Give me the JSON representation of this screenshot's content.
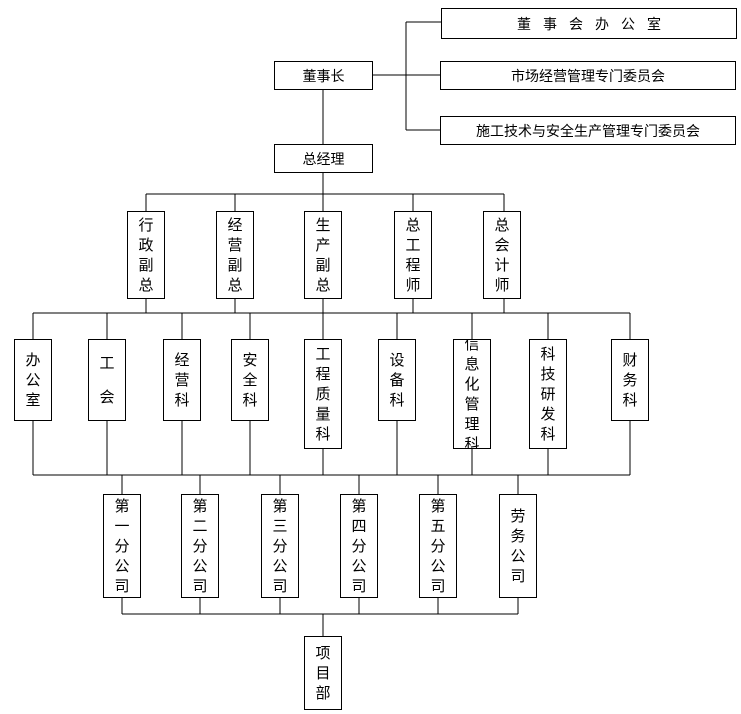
{
  "top": {
    "chairman": "董事长",
    "committees": [
      "董事会办公室",
      "市场经营管理专门委员会",
      "施工技术与安全生产管理专门委员会"
    ]
  },
  "gm": "总经理",
  "deputies": [
    "行政副总",
    "经营副总",
    "生产副总",
    "总工程师",
    "总会计师"
  ],
  "departments": [
    "办公室",
    "工会",
    "经营科",
    "安全科",
    "工程质量科",
    "设备科",
    "信息化管理科",
    "科技研发科",
    "财务科"
  ],
  "branches": [
    "第一分公司",
    "第二分公司",
    "第三分公司",
    "第四分公司",
    "第五分公司",
    "劳务公司"
  ],
  "project": "项目部"
}
